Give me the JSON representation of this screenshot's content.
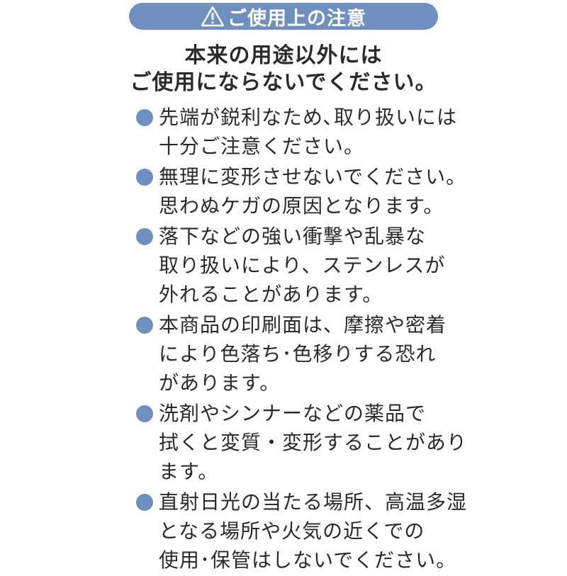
{
  "banner": {
    "title": "ご使用上の注意",
    "icon": "warning-triangle-icon"
  },
  "lead": {
    "line1": "本来の用途以外には",
    "line2": "ご使用にならないでください。"
  },
  "notes": [
    {
      "lines": [
        "先端が鋭利なため､取り扱いには",
        "十分ご注意ください。"
      ]
    },
    {
      "lines": [
        "無理に変形させないでください。",
        "思わぬケガの原因となります。"
      ]
    },
    {
      "lines": [
        "落下などの強い衝撃や乱暴な",
        "取り扱いにより、ステンレスが",
        "外れることがあります。"
      ]
    },
    {
      "lines": [
        "本商品の印刷面は、摩擦や密着",
        "により色落ち･色移りする恐れ",
        "があります。"
      ]
    },
    {
      "lines": [
        "洗剤やシンナーなどの薬品で",
        "拭くと変質・変形することがあり",
        "ます。"
      ]
    },
    {
      "lines": [
        "直射日光の当たる場所、高温多湿",
        "となる場所や火気の近くでの",
        "使用･保管はしないでください。"
      ]
    }
  ],
  "colors": {
    "accent": "#6f8fbf",
    "text": "#2a2a2a",
    "background": "#ffffff"
  }
}
